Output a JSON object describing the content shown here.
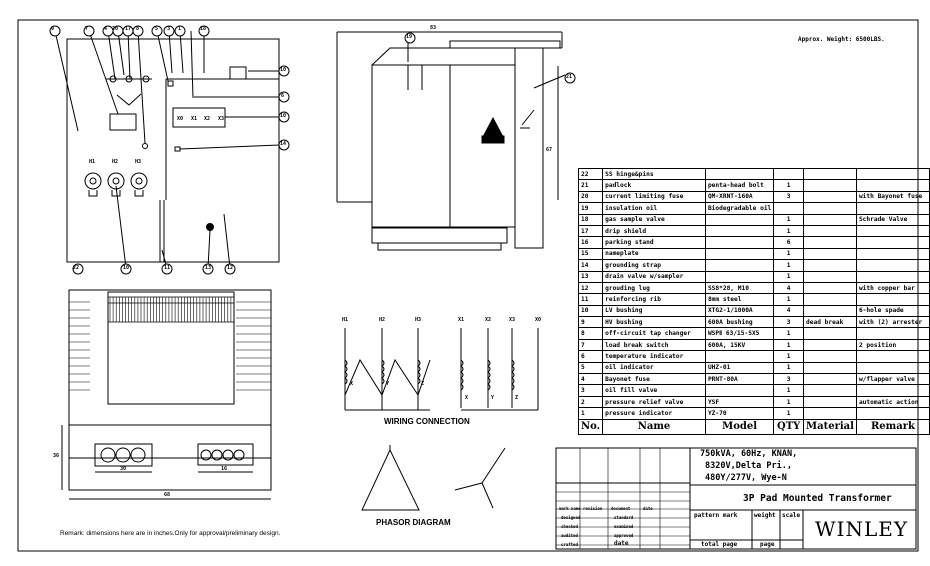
{
  "header": {
    "weight": "Approx. Weight: 6500LBS."
  },
  "drawing": {
    "top_dimension": "83",
    "side_dimension": "67",
    "base_dimension": "68",
    "base_left_dim": "30",
    "base_right_dim": "16",
    "base_height_dim": "36",
    "bushing_labels": [
      "H1",
      "H2",
      "H3"
    ],
    "lv_labels": [
      "X0",
      "X1",
      "X2",
      "X3"
    ],
    "callouts_top": [
      "9",
      "7",
      "4",
      "20",
      "17",
      "8",
      "5",
      "3",
      "1",
      "18"
    ],
    "callouts_right": [
      "10",
      "6",
      "10",
      "14"
    ],
    "callouts_bottom": [
      "22",
      "10",
      "11",
      "13",
      "12"
    ],
    "callout_side_19": "19",
    "callout_side_21": "21"
  },
  "wiring": {
    "hv_labels": [
      "H1",
      "H2",
      "H3"
    ],
    "lv_labels": [
      "X1",
      "X2",
      "X3",
      "X0"
    ],
    "hv_terminals": [
      "X",
      "Y",
      "Z"
    ],
    "lv_terminals": [
      "X",
      "Y",
      "Z"
    ],
    "title": "WIRING CONNECTION"
  },
  "phasor": {
    "title": "PHASOR DIAGRAM"
  },
  "remark": "Remark: dimensions here are in inches.Only for approval/preliminary design.",
  "bom": {
    "columns": [
      "No.",
      "Name",
      "Model",
      "QTY",
      "Material",
      "Remark"
    ],
    "rows": [
      {
        "no": "22",
        "name": "SS hinge&pins",
        "model": "",
        "qty": "",
        "material": "",
        "remark": ""
      },
      {
        "no": "21",
        "name": "padlock",
        "model": "penta-head bolt",
        "qty": "1",
        "material": "",
        "remark": ""
      },
      {
        "no": "20",
        "name": "current limiting fuse",
        "model": "QM-XRNT-160A",
        "qty": "3",
        "material": "",
        "remark": "with Bayonet fuse"
      },
      {
        "no": "19",
        "name": "insulation oil",
        "model": "Biodegradable oil",
        "qty": "",
        "material": "",
        "remark": ""
      },
      {
        "no": "18",
        "name": "gas sample valve",
        "model": "",
        "qty": "1",
        "material": "",
        "remark": "Schrade Valve"
      },
      {
        "no": "17",
        "name": "drip shield",
        "model": "",
        "qty": "1",
        "material": "",
        "remark": ""
      },
      {
        "no": "16",
        "name": "parking stand",
        "model": "",
        "qty": "6",
        "material": "",
        "remark": ""
      },
      {
        "no": "15",
        "name": "nameplate",
        "model": "",
        "qty": "1",
        "material": "",
        "remark": ""
      },
      {
        "no": "14",
        "name": "grounding strap",
        "model": "",
        "qty": "1",
        "material": "",
        "remark": ""
      },
      {
        "no": "13",
        "name": "drain valve w/sampler",
        "model": "",
        "qty": "1",
        "material": "",
        "remark": ""
      },
      {
        "no": "12",
        "name": "grouding lug",
        "model": "SS8*28, M10",
        "qty": "4",
        "material": "",
        "remark": "with copper bar"
      },
      {
        "no": "11",
        "name": "reinforcing rib",
        "model": "8mm steel",
        "qty": "1",
        "material": "",
        "remark": ""
      },
      {
        "no": "10",
        "name": "LV bushing",
        "model": "XTG2-1/1000A",
        "qty": "4",
        "material": "",
        "remark": "6-hole spade"
      },
      {
        "no": "9",
        "name": "HV bushing",
        "model": "600A bushing",
        "qty": "3",
        "material": "dead break",
        "remark": "with (2) arrester"
      },
      {
        "no": "8",
        "name": "off-circuit tap changer",
        "model": "WSPⅡ 63/15-5X5",
        "qty": "1",
        "material": "",
        "remark": ""
      },
      {
        "no": "7",
        "name": "load break switch",
        "model": "600A, 15KV",
        "qty": "1",
        "material": "",
        "remark": "2 position"
      },
      {
        "no": "6",
        "name": "temperature indicator",
        "model": "",
        "qty": "1",
        "material": "",
        "remark": ""
      },
      {
        "no": "5",
        "name": "oil indicator",
        "model": "UHZ-01",
        "qty": "1",
        "material": "",
        "remark": ""
      },
      {
        "no": "4",
        "name": "Bayonet fuse",
        "model": "PRNT-80A",
        "qty": "3",
        "material": "",
        "remark": "w/flapper valve"
      },
      {
        "no": "3",
        "name": "oil fill valve",
        "model": "",
        "qty": "1",
        "material": "",
        "remark": ""
      },
      {
        "no": "2",
        "name": "pressure relief valve",
        "model": "YSF",
        "qty": "1",
        "material": "",
        "remark": "automatic action"
      },
      {
        "no": "1",
        "name": "pressure indicator",
        "model": "YZ-70",
        "qty": "1",
        "material": "",
        "remark": ""
      }
    ]
  },
  "title_block": {
    "spec_lines": [
      "750kVA, 60Hz, KNAN,",
      "8320V,Delta Pri.,",
      "480Y/277V, Wye-N"
    ],
    "product": "3P Pad Mounted Transformer",
    "company": "WINLEY",
    "cells": {
      "mark_name": "mark name",
      "revision": "revision",
      "document": "document",
      "date": "date",
      "designed": "designed",
      "standard": "standard",
      "checked": "checked",
      "examined": "examined",
      "audited": "audited",
      "approved": "approved",
      "crafted": "crafted",
      "date2": "date",
      "pattern_mark": "pattern mark",
      "weight": "weight",
      "scale": "scale",
      "total_page": "total page",
      "page": "page"
    }
  }
}
